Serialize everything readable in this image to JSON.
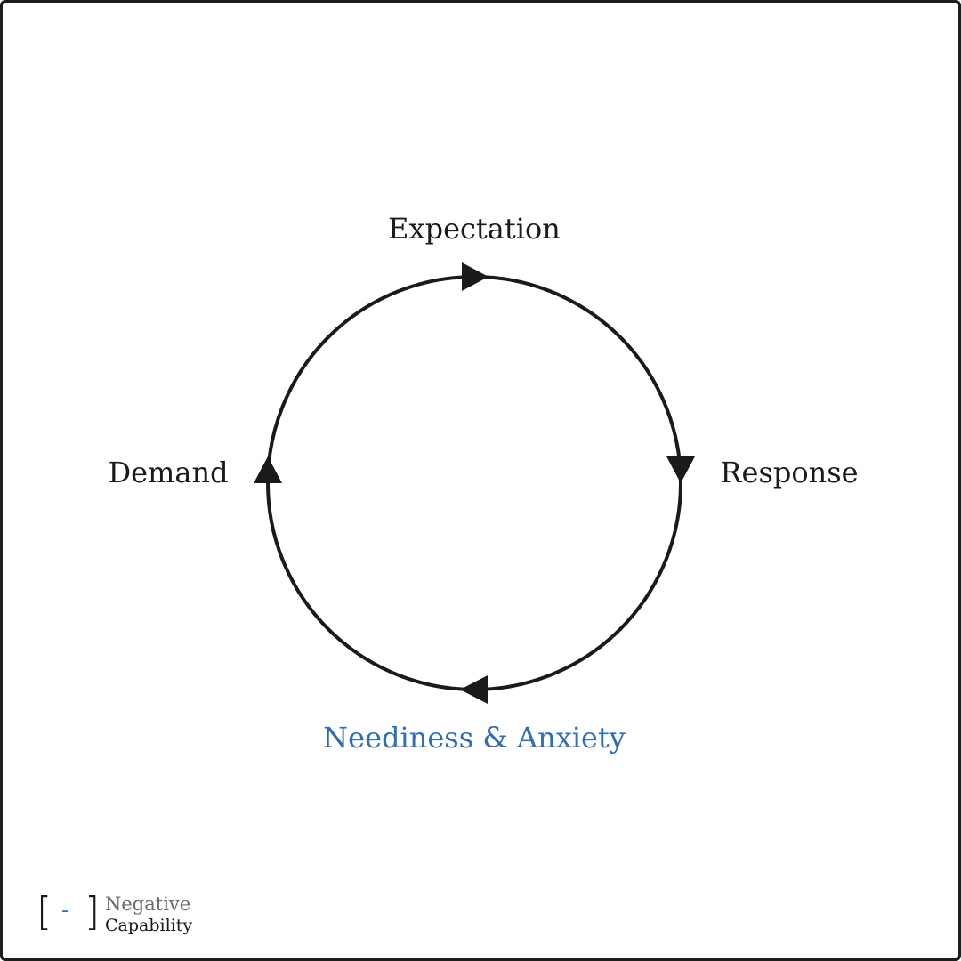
{
  "diagram": {
    "nodes": [
      {
        "id": "expectation",
        "label": "Expectation",
        "color": "#1a1a1a"
      },
      {
        "id": "response",
        "label": "Response",
        "color": "#1a1a1a"
      },
      {
        "id": "neediness",
        "label": "Neediness & Anxiety",
        "color": "#2f6db5"
      },
      {
        "id": "demand",
        "label": "Demand",
        "color": "#1a1a1a"
      }
    ],
    "edges": [
      {
        "from": "expectation",
        "to": "response",
        "direction": "clockwise"
      },
      {
        "from": "response",
        "to": "neediness",
        "direction": "clockwise"
      },
      {
        "from": "neediness",
        "to": "demand",
        "direction": "clockwise"
      },
      {
        "from": "demand",
        "to": "expectation",
        "direction": "clockwise"
      }
    ],
    "line_color": "#1a1a1a"
  },
  "logo": {
    "bracket_open": "[",
    "dash": "-",
    "bracket_close": "]",
    "line1": "Negative",
    "line2": "Capability",
    "bracket_color": "#1a1a1a",
    "dash_color": "#2f6db5"
  }
}
